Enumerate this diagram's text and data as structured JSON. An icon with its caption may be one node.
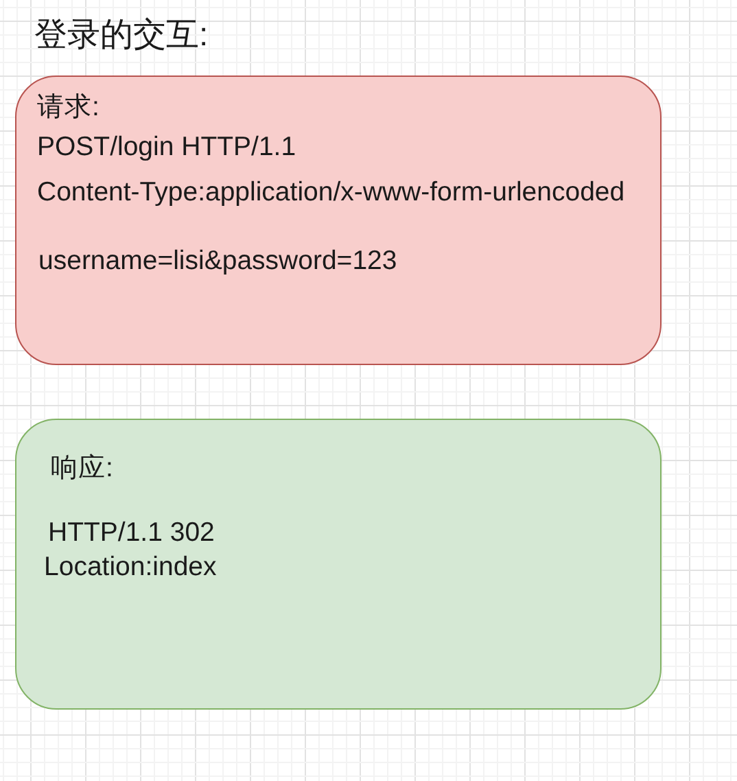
{
  "diagram": {
    "title": "登录的交互:",
    "nodes": [
      {
        "text": [
          "请求:",
          "POST/login HTTP/1.1",
          "Content-Type:application/x-www-form-urlencoded",
          "username=lisi&password=123"
        ]
      },
      {
        "text": [
          "响应:",
          "HTTP/1.1 302",
          "Location:index"
        ]
      }
    ]
  }
}
